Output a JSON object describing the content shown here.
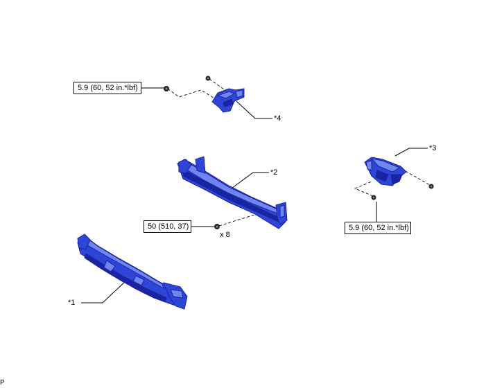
{
  "torque": {
    "top_left": "5.9 (60, 52 in.*lbf)",
    "middle": "50 (510, 37)",
    "right": "5.9 (60, 52 in.*lbf)"
  },
  "callouts": {
    "part1": "*1",
    "part2": "*2",
    "part3": "*3",
    "part4": "*4"
  },
  "quantity": "x 8",
  "corner_mark": "P",
  "colors": {
    "part_fill": "#2f45d8",
    "part_dark": "#1a24a0",
    "part_light": "#6f86f0",
    "line": "#000000"
  },
  "icons": [
    "bolt-icon"
  ]
}
